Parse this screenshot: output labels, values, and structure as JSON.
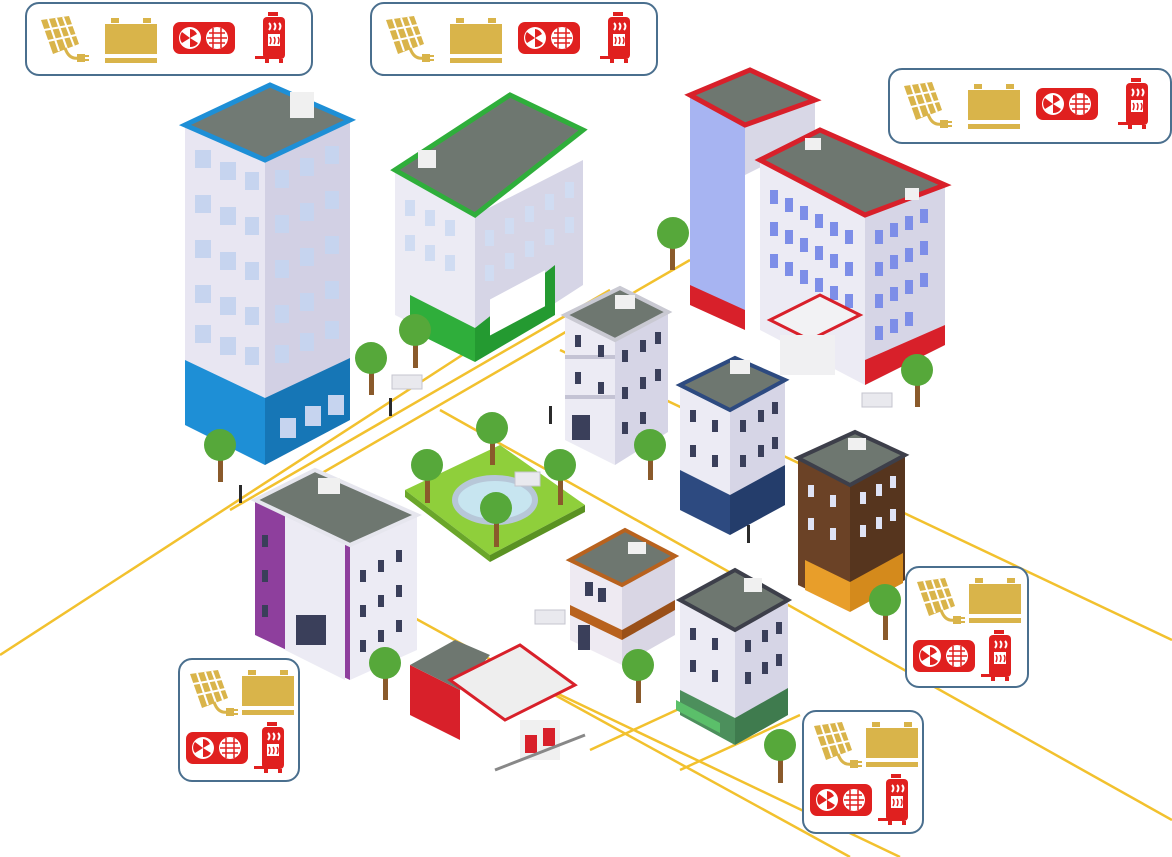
{
  "colors": {
    "road": "#f2c12e",
    "panel_border": "#4a6f8e",
    "icon_gold": "#d9b44a",
    "icon_red": "#e0201f",
    "tree_green": "#56a83a",
    "tree_trunk": "#8a5a2b",
    "roof_gray": "#707a72"
  },
  "icon_names": [
    "solar-panel-icon",
    "battery-icon",
    "heat-pump-icon",
    "water-heater-icon"
  ],
  "panels": [
    {
      "id": "panel-top-left",
      "layout": "row"
    },
    {
      "id": "panel-top-center",
      "layout": "row"
    },
    {
      "id": "panel-top-right",
      "layout": "row"
    },
    {
      "id": "panel-right",
      "layout": "grid"
    },
    {
      "id": "panel-bottom-left",
      "layout": "grid"
    },
    {
      "id": "panel-bottom-center",
      "layout": "grid"
    }
  ],
  "buildings": [
    {
      "name": "blue-tower",
      "accent": "#1e8fd6"
    },
    {
      "name": "green-office",
      "accent": "#2fae3b"
    },
    {
      "name": "red-hospital",
      "accent": "#d8202a"
    },
    {
      "name": "gray-apartment",
      "accent": "#9aa0a6"
    },
    {
      "name": "navy-apartment",
      "accent": "#2d4a80"
    },
    {
      "name": "brown-shop-building",
      "accent": "#6b4226"
    },
    {
      "name": "purple-apartment",
      "accent": "#8e3f9d"
    },
    {
      "name": "orange-house",
      "accent": "#b8621e"
    },
    {
      "name": "green-shop-building",
      "accent": "#4c8f5c"
    },
    {
      "name": "gas-station",
      "accent": "#d8202a"
    }
  ]
}
